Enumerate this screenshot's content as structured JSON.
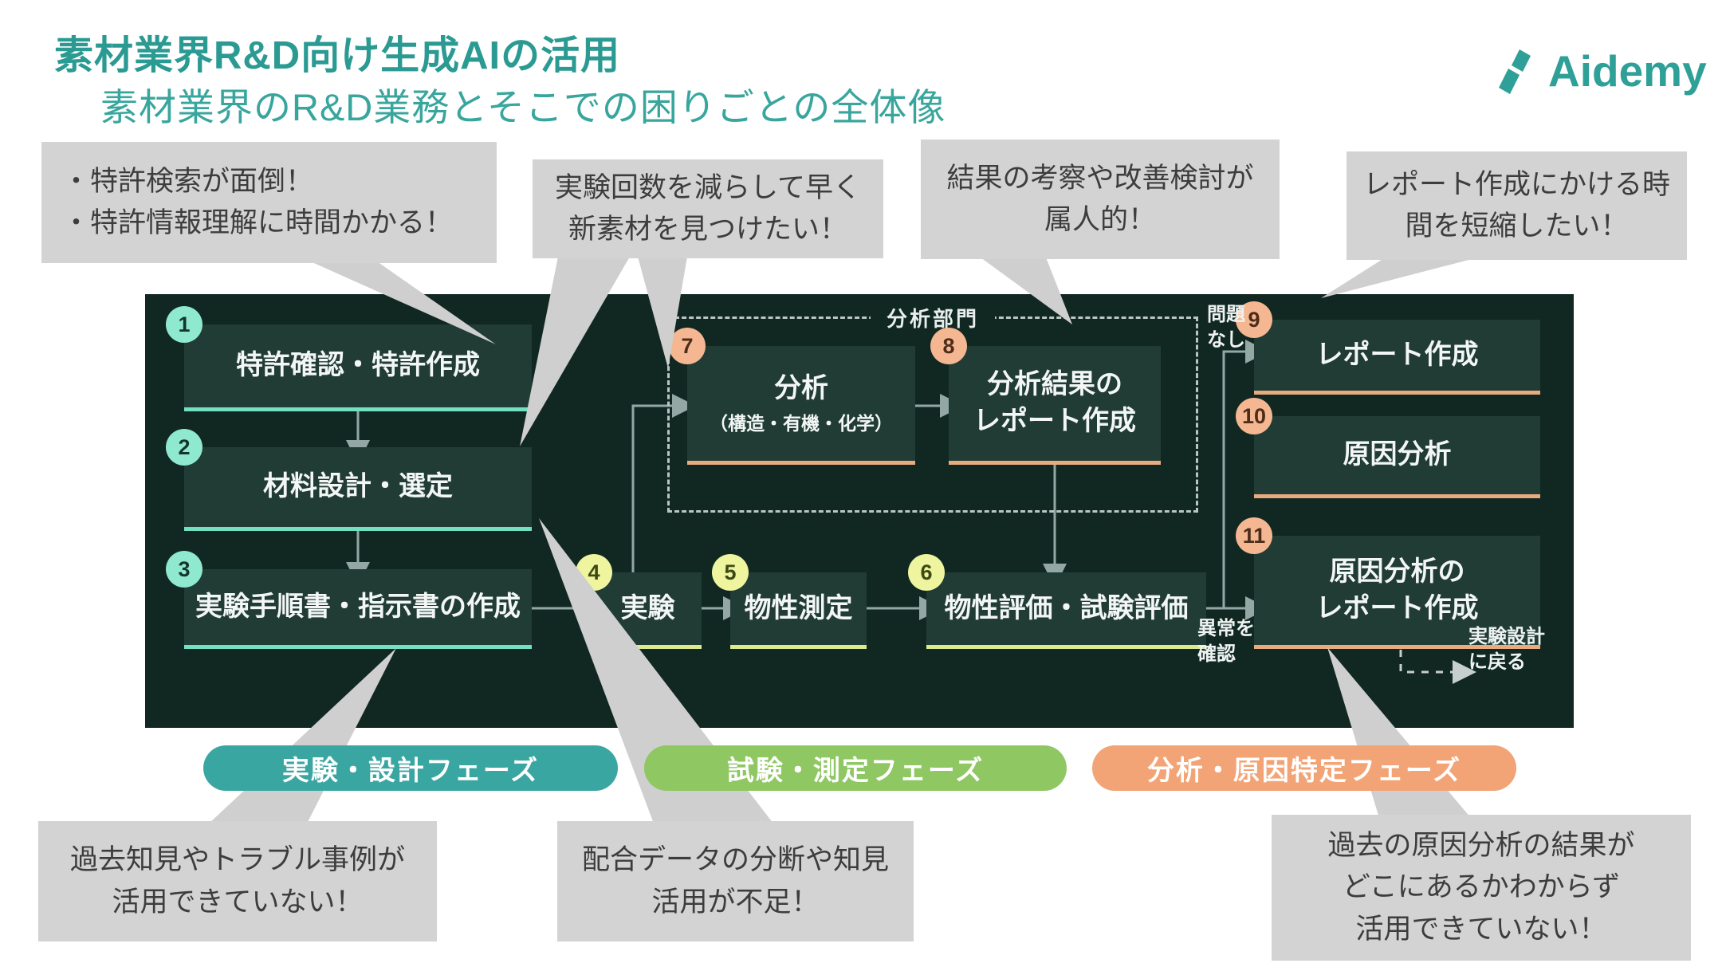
{
  "header": {
    "title": "素材業界R&D向け生成AIの活用",
    "subtitle": "素材業界のR&D業務とそこでの困りごとの全体像",
    "logo_text": "Aidemy"
  },
  "colors": {
    "accent_teal": "#2f9f98",
    "panel_bg": "#112822",
    "callout_gray": "#d3d3d3",
    "phase_teal": "#3aa6a2",
    "phase_green": "#8fc763",
    "phase_orange": "#f2a476",
    "group_design": "#74e0c2",
    "group_test": "#dcea8d",
    "group_analysis": "#e8ab80"
  },
  "callouts": {
    "top": [
      {
        "text": "・特許検索が面倒！\n・特許情報理解に時間かかる！"
      },
      {
        "text": "実験回数を減らして早く\n新素材を見つけたい！"
      },
      {
        "text": "結果の考察や改善検討が\n属人的！"
      },
      {
        "text": "レポート作成にかける時\n間を短縮したい！"
      }
    ],
    "bottom": [
      {
        "text": "過去知見やトラブル事例が\n活用できていない！"
      },
      {
        "text": "配合データの分断や知見\n活用が不足！"
      },
      {
        "text": "過去の原因分析の結果が\nどこにあるかわからず\n活用できていない！"
      }
    ]
  },
  "flow": {
    "department_label": "分析部門",
    "steps": [
      {
        "num": "1",
        "label": "特許確認・特許作成",
        "group": "design"
      },
      {
        "num": "2",
        "label": "材料設計・選定",
        "group": "design"
      },
      {
        "num": "3",
        "label": "実験手順書・指示書の作成",
        "group": "design"
      },
      {
        "num": "4",
        "label": "実験",
        "group": "test"
      },
      {
        "num": "5",
        "label": "物性測定",
        "group": "test"
      },
      {
        "num": "6",
        "label": "物性評価・試験評価",
        "group": "test"
      },
      {
        "num": "7",
        "label": "分析",
        "sublabel": "（構造・有機・化学）",
        "group": "analysis"
      },
      {
        "num": "8",
        "label": "分析結果の\nレポート作成",
        "group": "analysis"
      },
      {
        "num": "9",
        "label": "レポート作成",
        "group": "analysis"
      },
      {
        "num": "10",
        "label": "原因分析",
        "group": "analysis"
      },
      {
        "num": "11",
        "label": "原因分析の\nレポート作成",
        "group": "analysis"
      }
    ],
    "labels": {
      "no_problem": "問題\nなし",
      "anomaly": "異常を\n確認",
      "return": "実験設計\nに戻る"
    }
  },
  "phases": [
    {
      "label": "実験・設計フェーズ",
      "color": "#3aa6a2"
    },
    {
      "label": "試験・測定フェーズ",
      "color": "#8fc763"
    },
    {
      "label": "分析・原因特定フェーズ",
      "color": "#f2a476"
    }
  ]
}
